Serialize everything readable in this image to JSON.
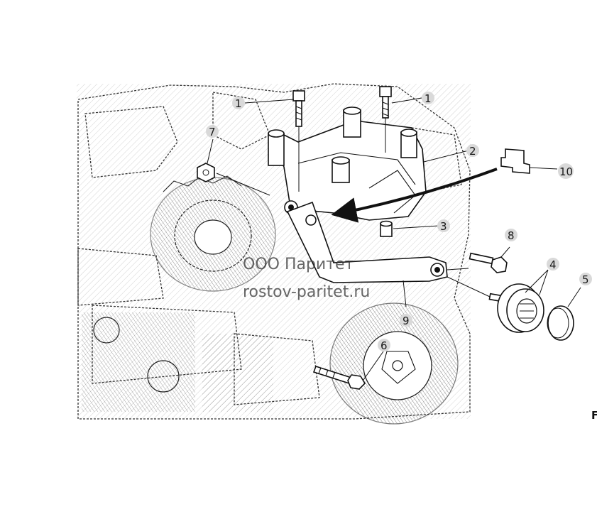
{
  "callouts": [
    {
      "id": "1a",
      "text": "1"
    },
    {
      "id": "1b",
      "text": "1"
    },
    {
      "id": "2",
      "text": "2"
    },
    {
      "id": "3",
      "text": "3"
    },
    {
      "id": "4",
      "text": "4"
    },
    {
      "id": "5",
      "text": "5"
    },
    {
      "id": "6",
      "text": "6"
    },
    {
      "id": "7",
      "text": "7"
    },
    {
      "id": "8",
      "text": "8"
    },
    {
      "id": "9",
      "text": "9"
    },
    {
      "id": "10",
      "text": "10"
    }
  ],
  "watermark": {
    "line1": "ООО Паритет",
    "line2": "rostov-paritet.ru"
  },
  "edge_mark": "F",
  "colors": {
    "ink": "#111111",
    "background": "#ffffff",
    "callout_dot": "#d9d9d9"
  }
}
